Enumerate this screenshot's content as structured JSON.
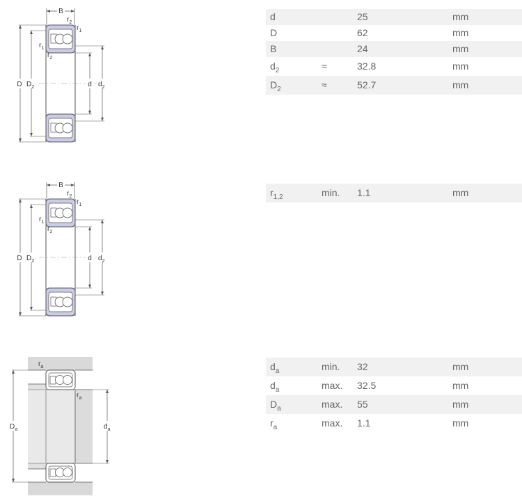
{
  "dimensions_table": {
    "rows": [
      {
        "symbol": "d",
        "sub": "",
        "qualifier": "",
        "value": "25",
        "unit": "mm"
      },
      {
        "symbol": "D",
        "sub": "",
        "qualifier": "",
        "value": "62",
        "unit": "mm"
      },
      {
        "symbol": "B",
        "sub": "",
        "qualifier": "",
        "value": "24",
        "unit": "mm"
      },
      {
        "symbol": "d",
        "sub": "2",
        "qualifier": "≈",
        "value": "32.8",
        "unit": "mm"
      },
      {
        "symbol": "D",
        "sub": "2",
        "qualifier": "≈",
        "value": "52.7",
        "unit": "mm"
      }
    ]
  },
  "chamfer_table": {
    "rows": [
      {
        "symbol": "r",
        "sub": "1,2",
        "qualifier": "min.",
        "value": "1.1",
        "unit": "mm"
      }
    ]
  },
  "abutment_table": {
    "rows": [
      {
        "symbol": "d",
        "sub": "a",
        "qualifier": "min.",
        "value": "32",
        "unit": "mm"
      },
      {
        "symbol": "d",
        "sub": "a",
        "qualifier": "max.",
        "value": "32.5",
        "unit": "mm"
      },
      {
        "symbol": "D",
        "sub": "a",
        "qualifier": "max.",
        "value": "55",
        "unit": "mm"
      },
      {
        "symbol": "r",
        "sub": "a",
        "qualifier": "max.",
        "value": "1.1",
        "unit": "mm"
      }
    ]
  },
  "drawing_labels": {
    "B": "B",
    "r": "r",
    "s1": "1",
    "s2": "2",
    "sa": "a",
    "D": "D",
    "d": "d"
  },
  "colors": {
    "bearing_fill": "#c9cde8",
    "housing_fill": "#d9d9d9",
    "shaft_fill": "#e9e9e9",
    "row_shade": "#f1f1f1",
    "text": "#666666"
  }
}
